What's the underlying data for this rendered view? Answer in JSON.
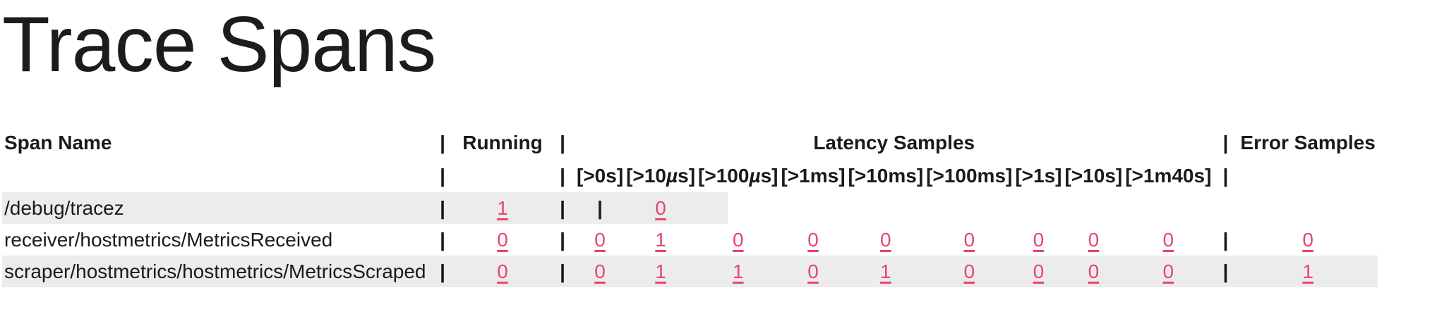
{
  "page": {
    "title": "Trace Spans"
  },
  "table": {
    "separator": "|",
    "headers": {
      "span_name": "Span Name",
      "running": "Running",
      "latency": "Latency Samples",
      "error": "Error Samples"
    },
    "buckets": [
      "[>0s]",
      "[>10µs]",
      "[>100µs]",
      "[>1ms]",
      "[>10ms]",
      "[>100ms]",
      "[>1s]",
      "[>10s]",
      "[>1m40s]"
    ],
    "rows": [
      {
        "name": "/debug/tracez",
        "running": "1",
        "latency": [
          "0"
        ],
        "error": null
      },
      {
        "name": "receiver/hostmetrics/MetricsReceived",
        "running": "0",
        "latency": [
          "0",
          "1",
          "0",
          "0",
          "0",
          "0",
          "0",
          "0",
          "0"
        ],
        "error": "0"
      },
      {
        "name": "scraper/hostmetrics/hostmetrics/MetricsScraped",
        "running": "0",
        "latency": [
          "0",
          "1",
          "1",
          "0",
          "1",
          "0",
          "0",
          "0",
          "0"
        ],
        "error": "1"
      }
    ]
  },
  "colors": {
    "link": "#e9456e",
    "stripe": "#ececec",
    "text": "#1a1a1a"
  }
}
